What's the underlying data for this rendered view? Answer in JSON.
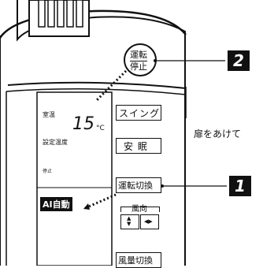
{
  "remote": {
    "top_button_line1": "運転",
    "top_button_line2": "停止",
    "swing_label": "スイング",
    "sleep_label": "安 眠",
    "mode_switch_label": "運転切換",
    "wind_direction_label": "風向",
    "wind_left_glyph": "▲▼",
    "wind_right_glyph": "◀▶",
    "fan_switch_label": "風量切換"
  },
  "display": {
    "room_temp_label": "室温",
    "set_temp_label": "設定温度",
    "temp_value": "15",
    "temp_unit": "°C",
    "small_label": "停止",
    "mode_label": "AI自動"
  },
  "callouts": {
    "badge_2": "2",
    "badge_1": "1",
    "door_note": "扉をあけて"
  }
}
